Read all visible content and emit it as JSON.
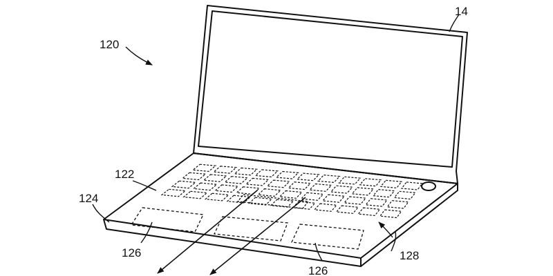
{
  "labels": {
    "device": "120",
    "display": "14",
    "top_case": "122",
    "edge": "124",
    "sensor_left": "126",
    "sensor_right": "126",
    "keys": "128"
  },
  "colors": {
    "line": "#111111",
    "background": "#ffffff"
  }
}
